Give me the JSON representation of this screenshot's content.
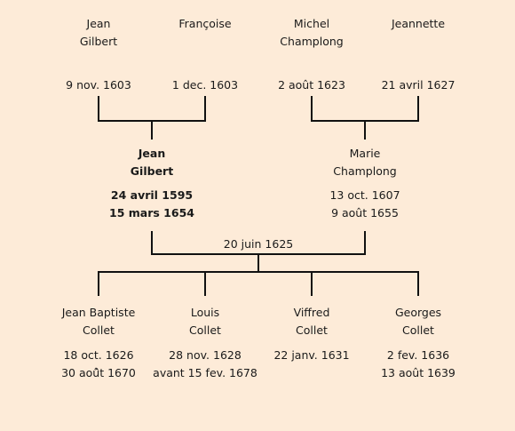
{
  "grandparents": [
    {
      "name": [
        "Jean",
        "Gilbert"
      ],
      "dates": [
        "9 nov. 1603"
      ]
    },
    {
      "name": [
        "Françoise"
      ],
      "dates": [
        "1 dec. 1603"
      ]
    },
    {
      "name": [
        "Michel",
        "Champlong"
      ],
      "dates": [
        "2 août 1623"
      ]
    },
    {
      "name": [
        "Jeannette"
      ],
      "dates": [
        "21 avril 1627"
      ]
    }
  ],
  "parents": [
    {
      "name": [
        "Jean",
        "Gilbert"
      ],
      "dates": [
        "24 avril 1595",
        "15 mars 1654"
      ]
    },
    {
      "name": [
        "Marie",
        "Champlong"
      ],
      "dates": [
        "13 oct. 1607",
        "9 août 1655"
      ]
    }
  ],
  "marriage": {
    "date": "20 juin 1625"
  },
  "children": [
    {
      "name": [
        "Jean Baptiste",
        "Collet"
      ],
      "dates": [
        "18 oct. 1626",
        "30 aoû̂t 1670"
      ]
    },
    {
      "name": [
        "Louis",
        "Collet"
      ],
      "dates": [
        "28 nov. 1628",
        "avant 15 fev. 1678"
      ]
    },
    {
      "name": [
        "Viffred",
        "Collet"
      ],
      "dates": [
        "22 janv. 1631"
      ]
    },
    {
      "name": [
        "Georges",
        "Collet"
      ],
      "dates": [
        "2 fev. 1636",
        "13 août 1639"
      ]
    }
  ],
  "colors": {
    "background": "#fdebd8",
    "line": "#111111",
    "text": "#1a1a1a"
  }
}
